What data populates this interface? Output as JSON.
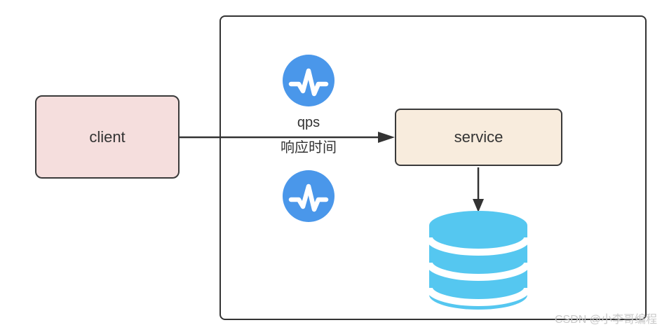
{
  "diagram": {
    "nodes": {
      "client": {
        "label": "client"
      },
      "service": {
        "label": "service"
      }
    },
    "edges": {
      "client_to_service": {
        "label_top": "qps",
        "label_bottom": "响应时间"
      },
      "service_to_database": {}
    },
    "icons": {
      "pulse_top": "pulse-monitor-icon",
      "pulse_bottom": "pulse-monitor-icon",
      "database": "database-cylinder-icon"
    },
    "watermark": "CSDN @小李哥编程",
    "colors": {
      "client_fill": "#f5dedd",
      "service_fill": "#f8ecdd",
      "node_border": "#3a3a3a",
      "boundary_border": "#333333",
      "arrow": "#333333",
      "pulse_icon_blue": "#4a97ea",
      "pulse_wave_white": "#ffffff",
      "database_blue": "#55c7f0",
      "watermark_gray": "#c8c8c8",
      "label_text": "#333333"
    }
  }
}
